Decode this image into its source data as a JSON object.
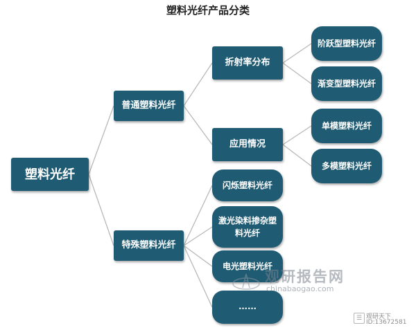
{
  "title": "塑料光纤产品分类",
  "colors": {
    "node_fill": "#1f5b73",
    "node_text": "#ffffff",
    "connector": "#b8b8b8"
  },
  "nodes": {
    "root": "塑料光纤",
    "ordinary": "普通塑料光纤",
    "special": "特殊塑料光纤",
    "refractive_index": "折射率分布",
    "application": "应用情况",
    "flashing": "闪烁塑料光纤",
    "laser_dye": "激光染料掺杂塑料光纤",
    "electro_optic": "电光塑料光纤",
    "more": "……",
    "step_index": "阶跃型塑料光纤",
    "graded_index": "渐变型塑料光纤",
    "single_mode": "单模塑料光纤",
    "multi_mode": "多模塑料光纤"
  },
  "watermark": {
    "brand": "观研报告网",
    "url": "chinabaogao.com",
    "badge_name": "观研天下",
    "badge_id": "ID:13672581",
    "icon": "tower-logo-icon"
  }
}
